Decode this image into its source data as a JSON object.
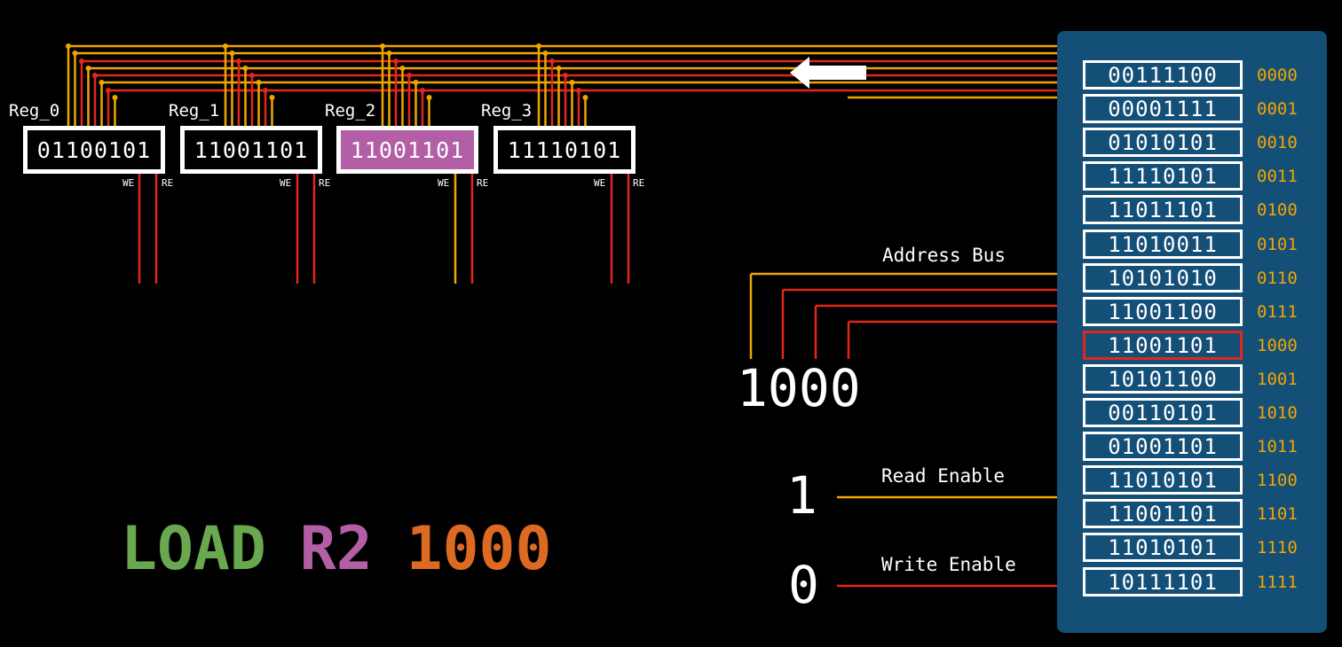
{
  "registers": [
    {
      "label": "Reg_0",
      "value": "01100101",
      "active": false
    },
    {
      "label": "Reg_1",
      "value": "11001101",
      "active": false
    },
    {
      "label": "Reg_2",
      "value": "11001101",
      "active": true
    },
    {
      "label": "Reg_3",
      "value": "11110101",
      "active": false
    }
  ],
  "register_pins": {
    "we": "WE",
    "re": "RE"
  },
  "memory": {
    "selected_address": "1000",
    "cells": [
      {
        "value": "00111100",
        "address": "0000"
      },
      {
        "value": "00001111",
        "address": "0001"
      },
      {
        "value": "01010101",
        "address": "0010"
      },
      {
        "value": "11110101",
        "address": "0011"
      },
      {
        "value": "11011101",
        "address": "0100"
      },
      {
        "value": "11010011",
        "address": "0101"
      },
      {
        "value": "10101010",
        "address": "0110"
      },
      {
        "value": "11001100",
        "address": "0111"
      },
      {
        "value": "11001101",
        "address": "1000"
      },
      {
        "value": "10101100",
        "address": "1001"
      },
      {
        "value": "00110101",
        "address": "1010"
      },
      {
        "value": "01001101",
        "address": "1011"
      },
      {
        "value": "11010101",
        "address": "1100"
      },
      {
        "value": "11001101",
        "address": "1101"
      },
      {
        "value": "11010101",
        "address": "1110"
      },
      {
        "value": "10111101",
        "address": "1111"
      }
    ]
  },
  "address_bus": {
    "label": "Address Bus",
    "value": "1000"
  },
  "read_enable": {
    "label": "Read Enable",
    "value": "1"
  },
  "write_enable": {
    "label": "Write Enable",
    "value": "0"
  },
  "instruction": {
    "op": "LOAD",
    "reg": "R2",
    "addr": "1000"
  },
  "colors": {
    "yellow": "#f0a500",
    "red": "#e3261c",
    "green": "#6aa84f",
    "purple": "#b35fa5",
    "orange": "#dd6a22",
    "memory_panel": "#144f78"
  }
}
